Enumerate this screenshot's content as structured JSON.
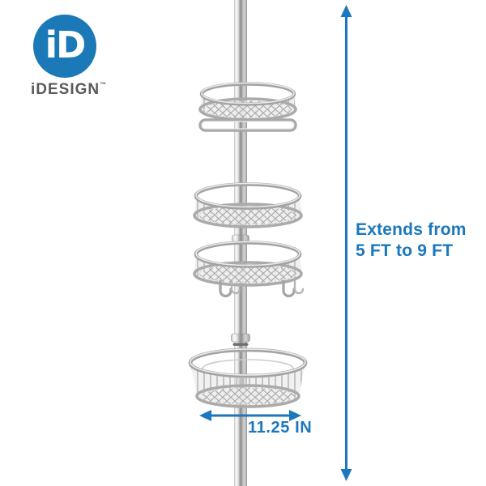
{
  "page": {
    "background": "#ffffff"
  },
  "brand": {
    "monogram": "iD",
    "name": "iDESIGN",
    "trademark": "™",
    "circle_color": "#1a79b6",
    "name_color": "#58595b"
  },
  "product": {
    "tier_count": 4,
    "hook_count": 2,
    "finish_silver_light": "#f2f2f2",
    "finish_silver_mid": "#bdbdbd",
    "finish_silver_dark": "#8f8f8f"
  },
  "annotations": {
    "accent_color": "#1b77be",
    "vertical_dimension": {
      "line1": "Extends from",
      "line2": "5 FT to 9 FT"
    },
    "horizontal_dimension": {
      "label": "11.25 IN"
    }
  }
}
